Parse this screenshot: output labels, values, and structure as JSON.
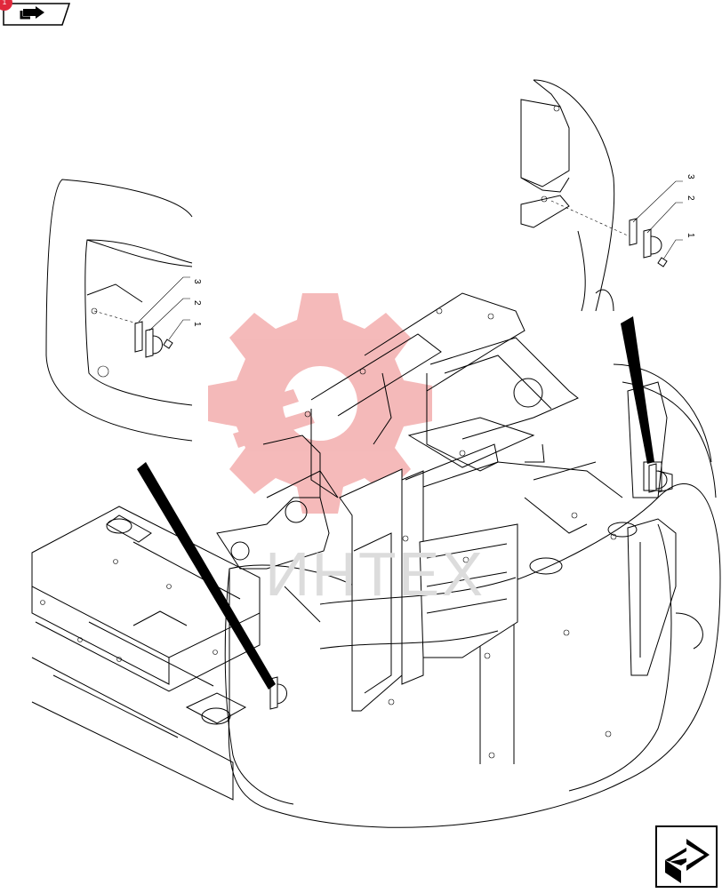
{
  "watermark": {
    "text": "ИНТЕХ",
    "gear_color": "#f2a0a0"
  },
  "callouts": {
    "left_detail": [
      "3",
      "2",
      "1"
    ],
    "right_detail": [
      "3",
      "2",
      "1"
    ]
  },
  "nav": {
    "prev_icon": "previous-page-icon",
    "next_icon": "next-page-icon",
    "badge": "1"
  },
  "colors": {
    "line": "#000000",
    "watermark_red": "#e23a3a"
  }
}
